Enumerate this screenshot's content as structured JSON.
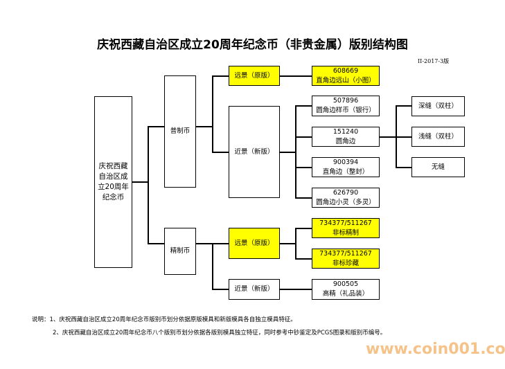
{
  "title": "庆祝西藏自治区成立20周年纪念币（非贵金属）版别结构图",
  "version": "II-2017-3版",
  "root": "庆祝西藏自治区成立20周年纪念币",
  "branches": {
    "normal": {
      "label": "普制币",
      "far": {
        "label": "远景（原版）",
        "item": {
          "code": "608669",
          "name": "直角边远山（小图）"
        }
      },
      "near": {
        "label": "近景（新版）",
        "items": [
          {
            "code": "507896",
            "name": "圆角边样币（银行）"
          },
          {
            "code": "151240",
            "name": "圆角边"
          },
          {
            "code": "900394",
            "name": "直角边（整封）"
          },
          {
            "code": "626790",
            "name": "圆角边小灵（多灵）"
          }
        ],
        "sub": [
          "深缝（双柱）",
          "浅缝（双柱）",
          "无缝"
        ]
      }
    },
    "proof": {
      "label": "精制币",
      "far": {
        "label": "远景（原版）",
        "items": [
          {
            "code": "734377/511267",
            "name": "非标精制"
          },
          {
            "code": "734377/511267",
            "name": "非标珍藏"
          }
        ]
      },
      "near": {
        "label": "近景（新版）",
        "item": {
          "code": "900505",
          "name": "高精（礼品装）"
        }
      }
    }
  },
  "notes": [
    "说明：1、庆祝西藏自治区成立20周年纪念币版别币划分依据原版模具和新版模具各自独立模具特征。",
    "2、庆祝西藏自治区成立20周年纪念币八个版别币划分依据各版别模具独立特征，同时参考中钞鉴定及PCGS图录和版别币编号。"
  ],
  "watermark": "www.coin001.com",
  "colors": {
    "highlight": "#ffff00",
    "watermark": "#f5c38a"
  }
}
